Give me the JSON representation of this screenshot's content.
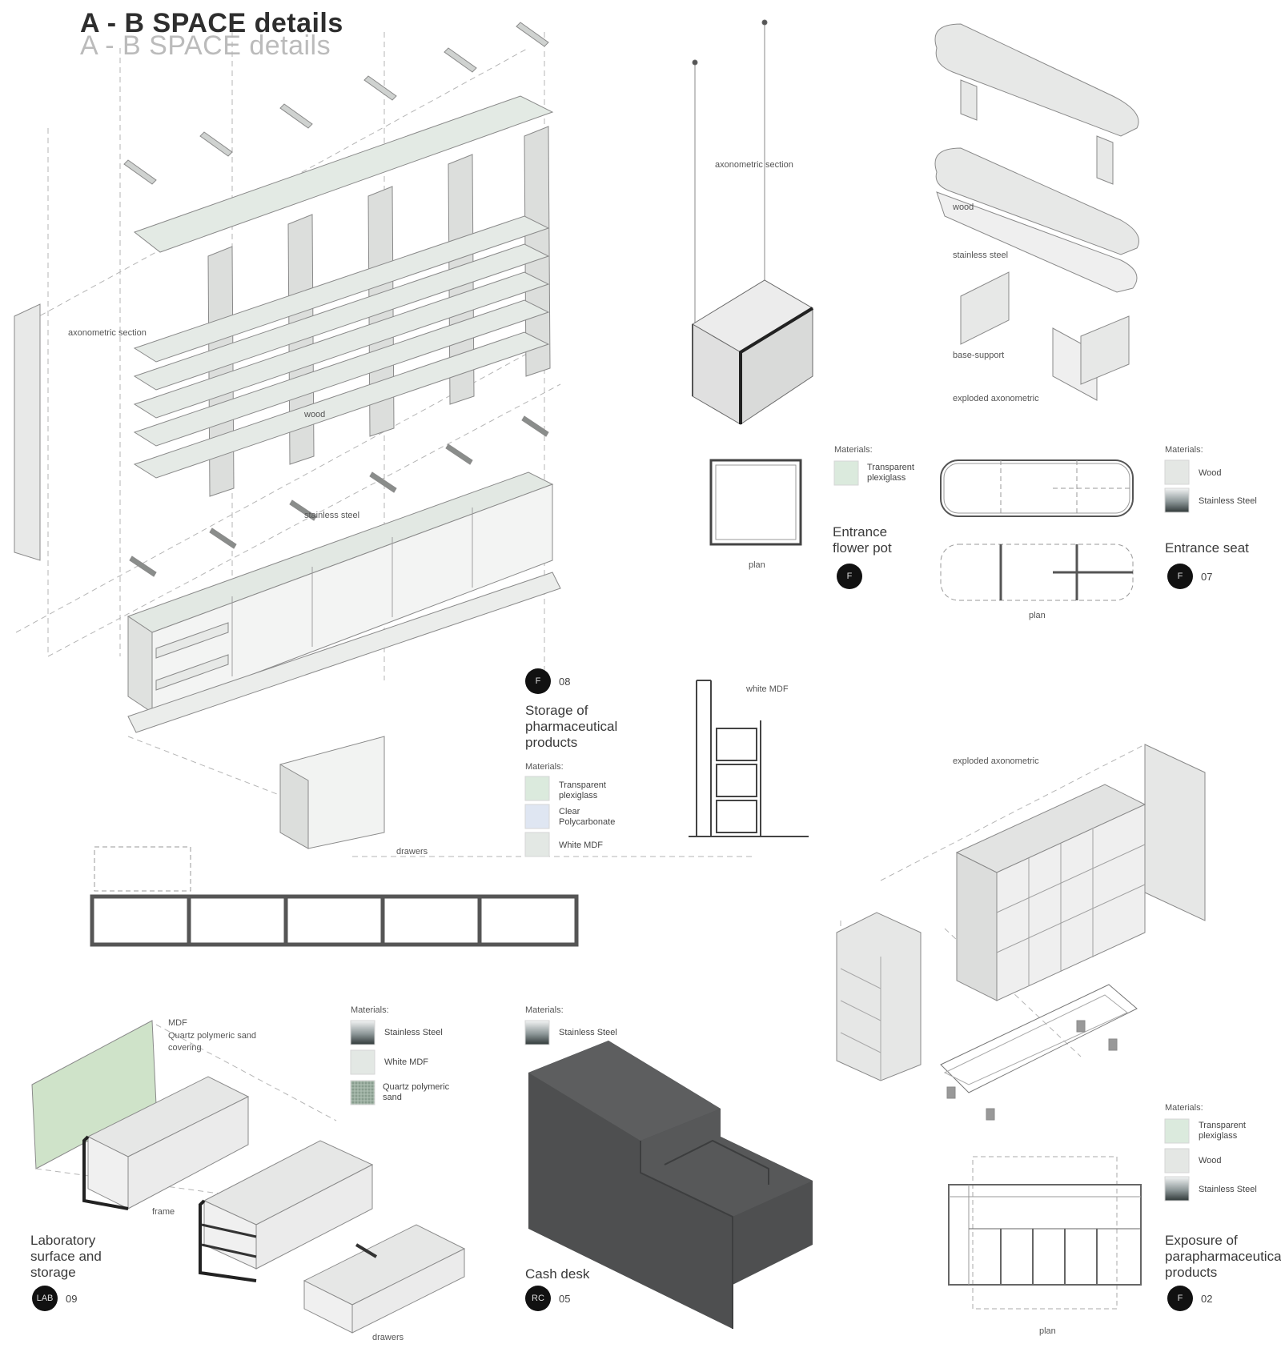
{
  "header": {
    "title": "A - B SPACE details"
  },
  "labels": {
    "storage_axon": "axonometric section",
    "storage_wood": "wood",
    "storage_steel": "stainless steel",
    "storage_drawers": "drawers",
    "flower_axon": "axonometric section",
    "flower_plan": "plan",
    "seat_wood": "wood",
    "seat_steel": "stainless steel",
    "seat_base": "base-support",
    "seat_exploded": "exploded axonometric",
    "seat_plan": "plan",
    "section_white_mdf": "white MDF",
    "para_exploded": "exploded axonometric",
    "para_plan": "plan",
    "lab_mdf": "MDF",
    "lab_quartz": "Quartz polymeric sand covering",
    "lab_frame": "frame",
    "lab_drawers": "drawers"
  },
  "items": {
    "storage": {
      "title": "Storage of pharmaceutical products",
      "code": "F",
      "number": "08"
    },
    "flower": {
      "title": "Entrance flower pot",
      "code": "F",
      "number": ""
    },
    "seat": {
      "title": "Entrance seat",
      "code": "F",
      "number": "07"
    },
    "lab": {
      "title": "Laboratory surface and storage",
      "code": "LAB",
      "number": "09"
    },
    "cash": {
      "title": "Cash desk",
      "code": "RC",
      "number": "05"
    },
    "para": {
      "title": "Exposure of parapharmaceutical products",
      "code": "F",
      "number": "02"
    }
  },
  "materials": {
    "heading": "Materials:",
    "storage": [
      "Transparent plexiglass",
      "Clear Polycarbonate",
      "White MDF"
    ],
    "flower": [
      "Transparent plexiglass"
    ],
    "seat": [
      "Wood",
      "Stainless Steel"
    ],
    "lab": [
      "Stainless Steel",
      "White MDF",
      "Quartz polymeric sand"
    ],
    "cash": [
      "Stainless Steel"
    ],
    "para": [
      "Transparent plexiglass",
      "Wood",
      "Stainless Steel"
    ]
  },
  "colors": {
    "plexiglass": "#dbeadd",
    "polycarbonate": "#dfe6f2",
    "white_mdf": "#e3e8e4",
    "wood": "#e4e7e4",
    "steel": "#5a6364",
    "quartz": "#8aa092",
    "mdf_green": "#cfe3c9",
    "cash_desk": "#4e4f50",
    "panel": "#e6e7e6",
    "line": "#6d6d6d"
  }
}
